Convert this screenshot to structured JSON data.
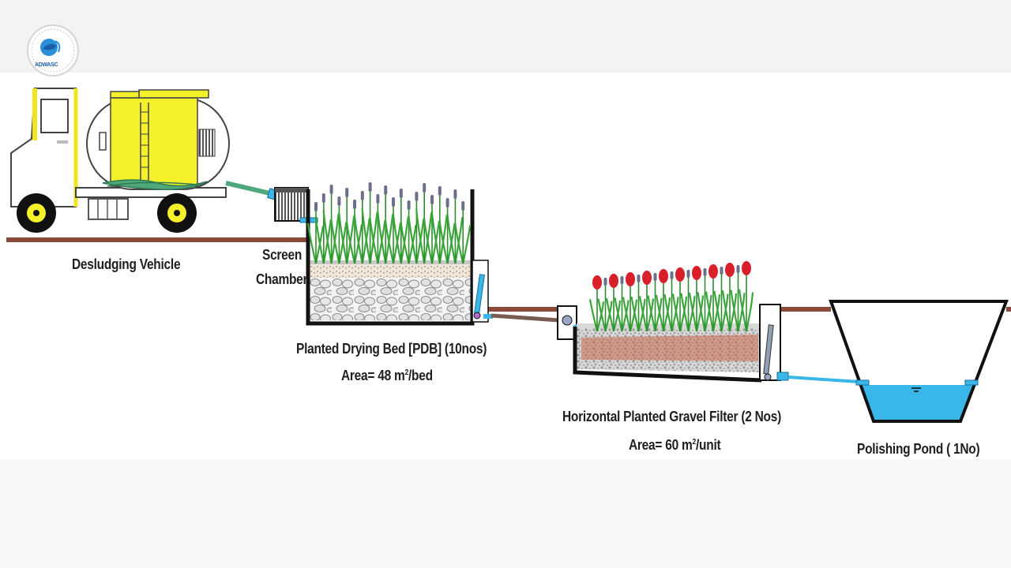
{
  "logo": {
    "caption": "ADWASC",
    "icon": "organization-seal-logo"
  },
  "labels": {
    "desludging_vehicle": "Desludging Vehicle",
    "screen_chamber_line1": "Screen",
    "screen_chamber_line2": "Chamber",
    "pdb_title": "Planted Drying Bed [PDB] (10nos)",
    "pdb_area_prefix": "Area= 48 m",
    "pdb_area_sup": "2",
    "pdb_area_suffix": "/bed",
    "hpgf_title": "Horizontal Planted Gravel Filter  (2 Nos)",
    "hpgf_area_prefix": "Area= 60 m",
    "hpgf_area_sup": "2",
    "hpgf_area_suffix": "/unit",
    "pond_title": "Polishing Pond ( 1No)"
  },
  "colors": {
    "ground_line": "#8b4a3c",
    "truck_tank": "#f4f02a",
    "pipe_green": "#4fa87a",
    "water_blue": "#38b7e8",
    "outline": "#111111",
    "reed_green": "#3aa63a",
    "flower_red": "#d81f2a"
  }
}
